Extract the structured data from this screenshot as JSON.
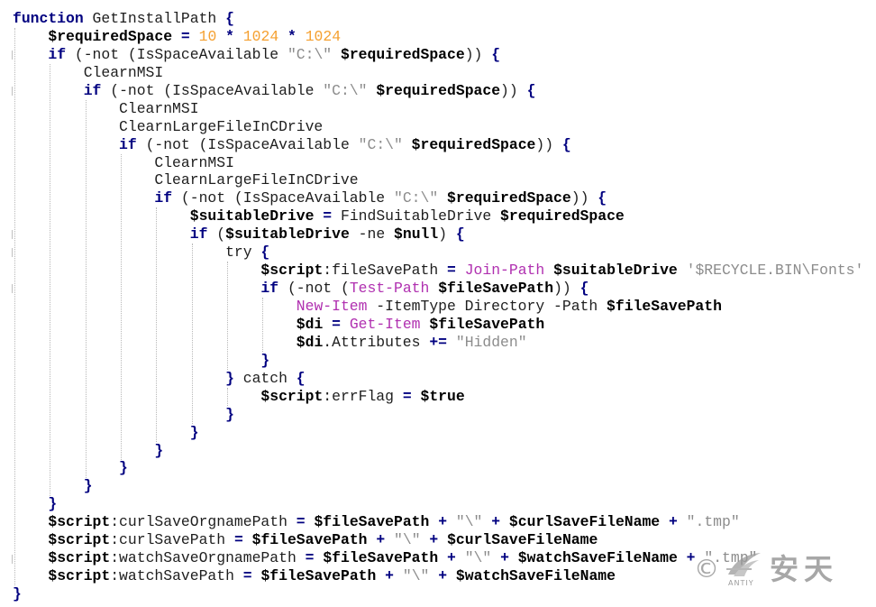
{
  "lines": [
    [
      {
        "t": "kw",
        "v": "function"
      },
      {
        "t": "txt",
        "v": " GetInstallPath "
      },
      {
        "t": "op",
        "v": "{"
      }
    ],
    [
      {
        "t": "txt",
        "v": "    "
      },
      {
        "t": "var",
        "v": "$requiredSpace"
      },
      {
        "t": "txt",
        "v": " "
      },
      {
        "t": "op",
        "v": "="
      },
      {
        "t": "txt",
        "v": " "
      },
      {
        "t": "num",
        "v": "10"
      },
      {
        "t": "txt",
        "v": " "
      },
      {
        "t": "op",
        "v": "*"
      },
      {
        "t": "txt",
        "v": " "
      },
      {
        "t": "num",
        "v": "1024"
      },
      {
        "t": "txt",
        "v": " "
      },
      {
        "t": "op",
        "v": "*"
      },
      {
        "t": "txt",
        "v": " "
      },
      {
        "t": "num",
        "v": "1024"
      }
    ],
    [
      {
        "t": "txt",
        "v": "    "
      },
      {
        "t": "kw",
        "v": "if"
      },
      {
        "t": "txt",
        "v": " (-not (IsSpaceAvailable "
      },
      {
        "t": "str",
        "v": "\"C:\\\""
      },
      {
        "t": "txt",
        "v": " "
      },
      {
        "t": "var",
        "v": "$requiredSpace"
      },
      {
        "t": "txt",
        "v": ")) "
      },
      {
        "t": "op",
        "v": "{"
      }
    ],
    [
      {
        "t": "txt",
        "v": "        ClearnMSI"
      }
    ],
    [
      {
        "t": "txt",
        "v": "        "
      },
      {
        "t": "kw",
        "v": "if"
      },
      {
        "t": "txt",
        "v": " (-not (IsSpaceAvailable "
      },
      {
        "t": "str",
        "v": "\"C:\\\""
      },
      {
        "t": "txt",
        "v": " "
      },
      {
        "t": "var",
        "v": "$requiredSpace"
      },
      {
        "t": "txt",
        "v": ")) "
      },
      {
        "t": "op",
        "v": "{"
      }
    ],
    [
      {
        "t": "txt",
        "v": "            ClearnMSI"
      }
    ],
    [
      {
        "t": "txt",
        "v": "            ClearnLargeFileInCDrive"
      }
    ],
    [
      {
        "t": "txt",
        "v": "            "
      },
      {
        "t": "kw",
        "v": "if"
      },
      {
        "t": "txt",
        "v": " (-not (IsSpaceAvailable "
      },
      {
        "t": "str",
        "v": "\"C:\\\""
      },
      {
        "t": "txt",
        "v": " "
      },
      {
        "t": "var",
        "v": "$requiredSpace"
      },
      {
        "t": "txt",
        "v": ")) "
      },
      {
        "t": "op",
        "v": "{"
      }
    ],
    [
      {
        "t": "txt",
        "v": "                ClearnMSI"
      }
    ],
    [
      {
        "t": "txt",
        "v": "                ClearnLargeFileInCDrive"
      }
    ],
    [
      {
        "t": "txt",
        "v": "                "
      },
      {
        "t": "kw",
        "v": "if"
      },
      {
        "t": "txt",
        "v": " (-not (IsSpaceAvailable "
      },
      {
        "t": "str",
        "v": "\"C:\\\""
      },
      {
        "t": "txt",
        "v": " "
      },
      {
        "t": "var",
        "v": "$requiredSpace"
      },
      {
        "t": "txt",
        "v": ")) "
      },
      {
        "t": "op",
        "v": "{"
      }
    ],
    [
      {
        "t": "txt",
        "v": "                    "
      },
      {
        "t": "var",
        "v": "$suitableDrive"
      },
      {
        "t": "txt",
        "v": " "
      },
      {
        "t": "op",
        "v": "="
      },
      {
        "t": "txt",
        "v": " FindSuitableDrive "
      },
      {
        "t": "var",
        "v": "$requiredSpace"
      }
    ],
    [
      {
        "t": "txt",
        "v": "                    "
      },
      {
        "t": "kw",
        "v": "if"
      },
      {
        "t": "txt",
        "v": " ("
      },
      {
        "t": "var",
        "v": "$suitableDrive"
      },
      {
        "t": "txt",
        "v": " -ne "
      },
      {
        "t": "var",
        "v": "$null"
      },
      {
        "t": "txt",
        "v": ") "
      },
      {
        "t": "op",
        "v": "{"
      }
    ],
    [
      {
        "t": "txt",
        "v": "                        try "
      },
      {
        "t": "op",
        "v": "{"
      }
    ],
    [
      {
        "t": "txt",
        "v": "                            "
      },
      {
        "t": "var",
        "v": "$script"
      },
      {
        "t": "txt",
        "v": ":fileSavePath "
      },
      {
        "t": "op",
        "v": "="
      },
      {
        "t": "txt",
        "v": " "
      },
      {
        "t": "cmd",
        "v": "Join-Path"
      },
      {
        "t": "txt",
        "v": " "
      },
      {
        "t": "var",
        "v": "$suitableDrive"
      },
      {
        "t": "txt",
        "v": " "
      },
      {
        "t": "str",
        "v": "'$RECYCLE.BIN\\Fonts'"
      }
    ],
    [
      {
        "t": "txt",
        "v": "                            "
      },
      {
        "t": "kw",
        "v": "if"
      },
      {
        "t": "txt",
        "v": " (-not ("
      },
      {
        "t": "cmd",
        "v": "Test-Path"
      },
      {
        "t": "txt",
        "v": " "
      },
      {
        "t": "var",
        "v": "$fileSavePath"
      },
      {
        "t": "txt",
        "v": ")) "
      },
      {
        "t": "op",
        "v": "{"
      }
    ],
    [
      {
        "t": "txt",
        "v": "                                "
      },
      {
        "t": "cmd",
        "v": "New-Item"
      },
      {
        "t": "txt",
        "v": " -ItemType Directory -Path "
      },
      {
        "t": "var",
        "v": "$fileSavePath"
      }
    ],
    [
      {
        "t": "txt",
        "v": "                                "
      },
      {
        "t": "var",
        "v": "$di"
      },
      {
        "t": "txt",
        "v": " "
      },
      {
        "t": "op",
        "v": "="
      },
      {
        "t": "txt",
        "v": " "
      },
      {
        "t": "cmd",
        "v": "Get-Item"
      },
      {
        "t": "txt",
        "v": " "
      },
      {
        "t": "var",
        "v": "$fileSavePath"
      }
    ],
    [
      {
        "t": "txt",
        "v": "                                "
      },
      {
        "t": "var",
        "v": "$di"
      },
      {
        "t": "txt",
        "v": ".Attributes "
      },
      {
        "t": "op",
        "v": "+="
      },
      {
        "t": "txt",
        "v": " "
      },
      {
        "t": "str",
        "v": "\"Hidden\""
      }
    ],
    [
      {
        "t": "txt",
        "v": "                            "
      },
      {
        "t": "op",
        "v": "}"
      }
    ],
    [
      {
        "t": "txt",
        "v": "                        "
      },
      {
        "t": "op",
        "v": "}"
      },
      {
        "t": "txt",
        "v": " catch "
      },
      {
        "t": "op",
        "v": "{"
      }
    ],
    [
      {
        "t": "txt",
        "v": "                            "
      },
      {
        "t": "var",
        "v": "$script"
      },
      {
        "t": "txt",
        "v": ":errFlag "
      },
      {
        "t": "op",
        "v": "="
      },
      {
        "t": "txt",
        "v": " "
      },
      {
        "t": "var",
        "v": "$true"
      }
    ],
    [
      {
        "t": "txt",
        "v": "                        "
      },
      {
        "t": "op",
        "v": "}"
      }
    ],
    [
      {
        "t": "txt",
        "v": "                    "
      },
      {
        "t": "op",
        "v": "}"
      }
    ],
    [
      {
        "t": "txt",
        "v": "                "
      },
      {
        "t": "op",
        "v": "}"
      }
    ],
    [
      {
        "t": "txt",
        "v": "            "
      },
      {
        "t": "op",
        "v": "}"
      }
    ],
    [
      {
        "t": "txt",
        "v": "        "
      },
      {
        "t": "op",
        "v": "}"
      }
    ],
    [
      {
        "t": "txt",
        "v": "    "
      },
      {
        "t": "op",
        "v": "}"
      }
    ],
    [
      {
        "t": "txt",
        "v": "    "
      },
      {
        "t": "var",
        "v": "$script"
      },
      {
        "t": "txt",
        "v": ":curlSaveOrgnamePath "
      },
      {
        "t": "op",
        "v": "="
      },
      {
        "t": "txt",
        "v": " "
      },
      {
        "t": "var",
        "v": "$fileSavePath"
      },
      {
        "t": "txt",
        "v": " "
      },
      {
        "t": "op",
        "v": "+"
      },
      {
        "t": "txt",
        "v": " "
      },
      {
        "t": "str",
        "v": "\"\\\""
      },
      {
        "t": "txt",
        "v": " "
      },
      {
        "t": "op",
        "v": "+"
      },
      {
        "t": "txt",
        "v": " "
      },
      {
        "t": "var",
        "v": "$curlSaveFileName"
      },
      {
        "t": "txt",
        "v": " "
      },
      {
        "t": "op",
        "v": "+"
      },
      {
        "t": "txt",
        "v": " "
      },
      {
        "t": "str",
        "v": "\".tmp\""
      }
    ],
    [
      {
        "t": "txt",
        "v": "    "
      },
      {
        "t": "var",
        "v": "$script"
      },
      {
        "t": "txt",
        "v": ":curlSavePath "
      },
      {
        "t": "op",
        "v": "="
      },
      {
        "t": "txt",
        "v": " "
      },
      {
        "t": "var",
        "v": "$fileSavePath"
      },
      {
        "t": "txt",
        "v": " "
      },
      {
        "t": "op",
        "v": "+"
      },
      {
        "t": "txt",
        "v": " "
      },
      {
        "t": "str",
        "v": "\"\\\""
      },
      {
        "t": "txt",
        "v": " "
      },
      {
        "t": "op",
        "v": "+"
      },
      {
        "t": "txt",
        "v": " "
      },
      {
        "t": "var",
        "v": "$curlSaveFileName"
      }
    ],
    [
      {
        "t": "txt",
        "v": "    "
      },
      {
        "t": "var",
        "v": "$script"
      },
      {
        "t": "txt",
        "v": ":watchSaveOrgnamePath "
      },
      {
        "t": "op",
        "v": "="
      },
      {
        "t": "txt",
        "v": " "
      },
      {
        "t": "var",
        "v": "$fileSavePath"
      },
      {
        "t": "txt",
        "v": " "
      },
      {
        "t": "op",
        "v": "+"
      },
      {
        "t": "txt",
        "v": " "
      },
      {
        "t": "str",
        "v": "\"\\\""
      },
      {
        "t": "txt",
        "v": " "
      },
      {
        "t": "op",
        "v": "+"
      },
      {
        "t": "txt",
        "v": " "
      },
      {
        "t": "var",
        "v": "$watchSaveFileName"
      },
      {
        "t": "txt",
        "v": " "
      },
      {
        "t": "op",
        "v": "+"
      },
      {
        "t": "txt",
        "v": " "
      },
      {
        "t": "str",
        "v": "\".tmp\""
      }
    ],
    [
      {
        "t": "txt",
        "v": "    "
      },
      {
        "t": "var",
        "v": "$script"
      },
      {
        "t": "txt",
        "v": ":watchSavePath "
      },
      {
        "t": "op",
        "v": "="
      },
      {
        "t": "txt",
        "v": " "
      },
      {
        "t": "var",
        "v": "$fileSavePath"
      },
      {
        "t": "txt",
        "v": " "
      },
      {
        "t": "op",
        "v": "+"
      },
      {
        "t": "txt",
        "v": " "
      },
      {
        "t": "str",
        "v": "\"\\\""
      },
      {
        "t": "txt",
        "v": " "
      },
      {
        "t": "op",
        "v": "+"
      },
      {
        "t": "txt",
        "v": " "
      },
      {
        "t": "var",
        "v": "$watchSaveFileName"
      }
    ],
    [
      {
        "t": "op",
        "v": "}"
      }
    ]
  ],
  "watermark": {
    "copyright": "©",
    "logo_text": "ANTIY",
    "name": "安天"
  },
  "colors": {
    "keyword": "#000080",
    "variable": "#000000",
    "number": "#f5a030",
    "string": "#8c8c8c",
    "cmdlet": "#b030b0",
    "text": "#1e1e1e",
    "guide": "#b8b8b8"
  }
}
